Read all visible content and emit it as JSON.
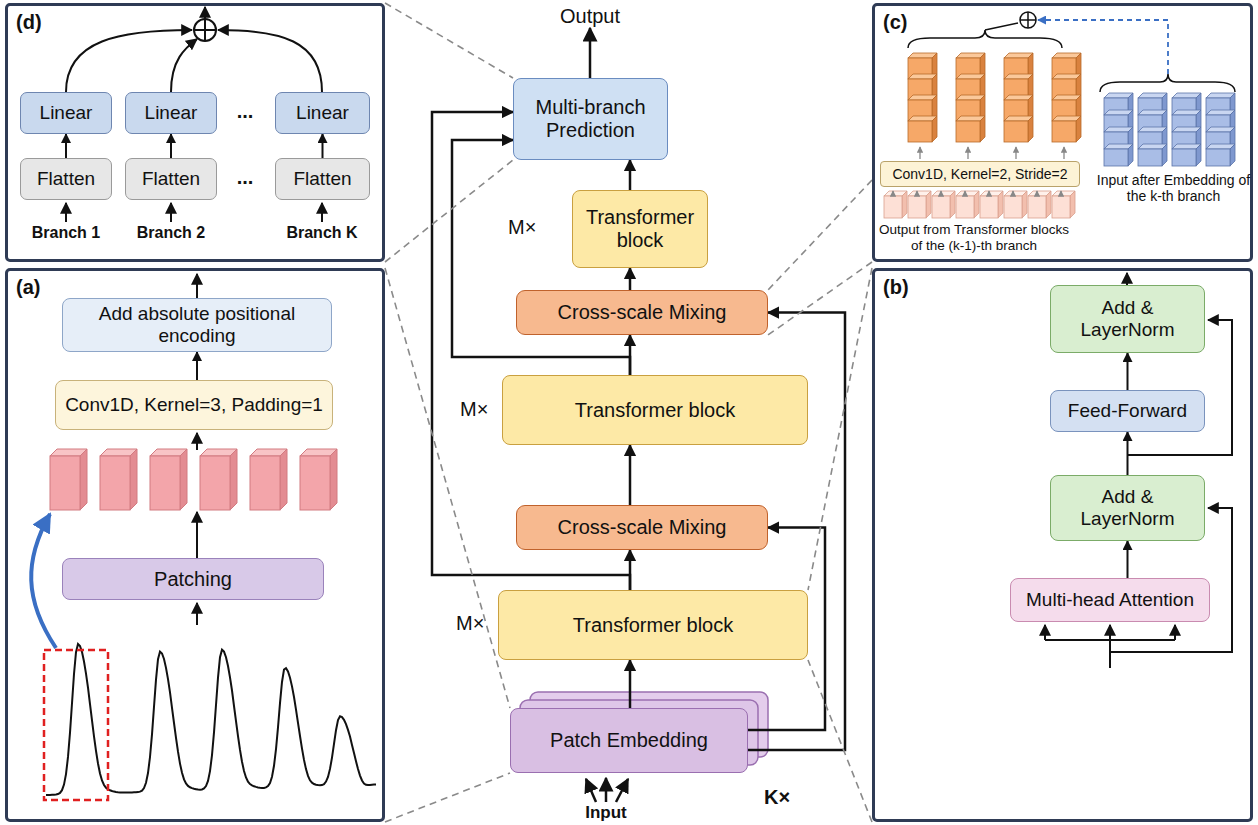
{
  "diagram": {
    "nodes": [
      {
        "text": [
          "(d)"
        ]
      },
      {
        "text": [
          "Linear"
        ],
        "in": 0
      },
      {
        "text": [
          "Linear"
        ],
        "in": 0
      },
      {
        "text": [
          "Linear"
        ],
        "in": 0
      },
      {
        "text": [
          "Flatten"
        ],
        "in": 0
      },
      {
        "text": [
          "Flatten"
        ],
        "in": 0
      },
      {
        "text": [
          "Flatten"
        ],
        "in": 0
      },
      {
        "text": [
          "Multi-branch Prediction"
        ]
      },
      {
        "text": [
          "(c)"
        ]
      },
      {
        "text": [
          "Conv1D, Kernel=2, Stride=2"
        ],
        "in": 8
      },
      {
        "text": [
          "(a)"
        ]
      },
      {
        "text": [
          "Add absolute positional encoding"
        ],
        "in": 10
      },
      {
        "text": [
          "Conv1D, Kernel=3, Padding=1"
        ],
        "in": 10
      },
      {
        "text": [
          "Patching"
        ],
        "in": 10
      },
      {
        "text": [
          "Transformer block"
        ]
      },
      {
        "text": [
          "Cross-scale Mixing"
        ]
      },
      {
        "text": [
          "Transformer block"
        ]
      },
      {
        "text": [
          "Cross-scale Mixing"
        ]
      },
      {
        "text": [
          "Transformer block"
        ]
      },
      {
        "text": [
          "Patch Embedding"
        ]
      },
      {
        "text": [
          "(b)"
        ]
      },
      {
        "text": [
          "Add & LayerNorm"
        ],
        "in": 20
      },
      {
        "text": [
          "Feed-Forward"
        ],
        "in": 20
      },
      {
        "text": [
          "Add & LayerNorm"
        ],
        "in": 20
      },
      {
        "text": [
          "Multi-head Attention"
        ],
        "in": 20
      }
    ],
    "edges": [
      {
        "from": 4,
        "to": 1,
        "arrow": "to"
      },
      {
        "from": 5,
        "to": 2,
        "arrow": "to"
      },
      {
        "from": 6,
        "to": 3,
        "arrow": "to"
      },
      {
        "from": 24,
        "to": 23,
        "arrow": "to"
      },
      {
        "from": 23,
        "to": 22,
        "arrow": "to"
      },
      {
        "from": 22,
        "to": 21,
        "arrow": "to"
      },
      {
        "from": 12,
        "to": 11,
        "arrow": "to"
      },
      {
        "from": 19,
        "to": 18,
        "arrow": "to"
      },
      {
        "from": 18,
        "to": 17,
        "arrow": "to"
      },
      {
        "from": 17,
        "to": 16,
        "arrow": "to"
      },
      {
        "from": 16,
        "to": 15,
        "arrow": "to"
      },
      {
        "from": 15,
        "to": 14,
        "arrow": "to"
      },
      {
        "from": 14,
        "to": 7,
        "arrow": "to"
      },
      {
        "from": 18,
        "to": 7,
        "arrow": "to"
      },
      {
        "from": 16,
        "to": 7,
        "arrow": "to"
      },
      {
        "from": 19,
        "to": 17,
        "arrow": "to"
      },
      {
        "from": 19,
        "to": 15,
        "arrow": "to"
      },
      {
        "from": 0,
        "to": 7,
        "arrow": "none"
      },
      {
        "from": 0,
        "to": 7,
        "arrow": "none"
      },
      {
        "from": 8,
        "to": 15,
        "arrow": "none"
      },
      {
        "from": 8,
        "to": 15,
        "arrow": "none"
      },
      {
        "from": 10,
        "to": 19,
        "arrow": "none"
      },
      {
        "from": 10,
        "to": 19,
        "arrow": "none"
      },
      {
        "from": 20,
        "to": 18,
        "arrow": "none"
      },
      {
        "from": 20,
        "to": 18,
        "arrow": "none"
      }
    ],
    "labels": [
      "Output",
      "M×",
      "M×",
      "M×",
      "K×",
      "Input",
      "Branch 1",
      "Branch 2",
      "Branch K",
      "...",
      "...",
      "Output from Transformer blocks of the (k-1)-th branch",
      "Input after Embedding of the k-th branch"
    ]
  }
}
